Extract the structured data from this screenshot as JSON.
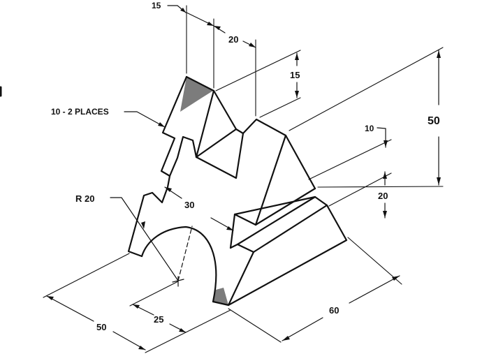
{
  "dimensions": {
    "top_small": "15",
    "slot_width": "20",
    "height_15": "15",
    "overall_height": "50",
    "height_10": "10",
    "height_20": "20",
    "width_30": "30",
    "arc_offset": "25",
    "depth_50": "50",
    "length_60": "60"
  },
  "callouts": {
    "radius": "R 20",
    "places": "10 - 2 PLACES"
  }
}
